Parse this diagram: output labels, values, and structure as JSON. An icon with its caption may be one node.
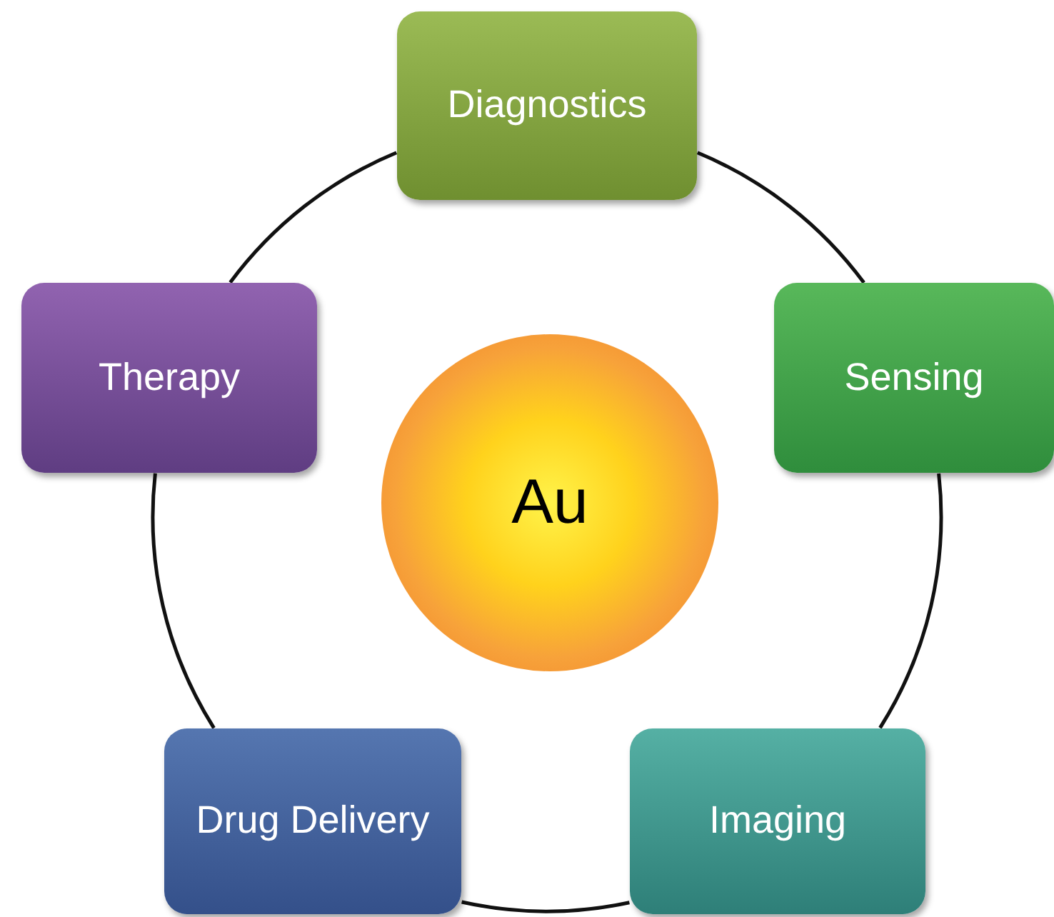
{
  "diagram": {
    "nodes": [
      {
        "text": [
          "Diagnostics"
        ]
      },
      {
        "text": [
          "Sensing"
        ]
      },
      {
        "text": [
          "Imaging"
        ]
      },
      {
        "text": [
          "Drug Delivery"
        ]
      },
      {
        "text": [
          "Therapy"
        ]
      },
      {
        "text": [
          "Au"
        ]
      }
    ],
    "edges": [
      {
        "from": 0,
        "to": 1,
        "arrow": "none"
      },
      {
        "from": 1,
        "to": 2,
        "arrow": "none"
      },
      {
        "from": 2,
        "to": 3,
        "arrow": "none"
      },
      {
        "from": 3,
        "to": 4,
        "arrow": "none"
      },
      {
        "from": 4,
        "to": 0,
        "arrow": "none"
      }
    ]
  }
}
